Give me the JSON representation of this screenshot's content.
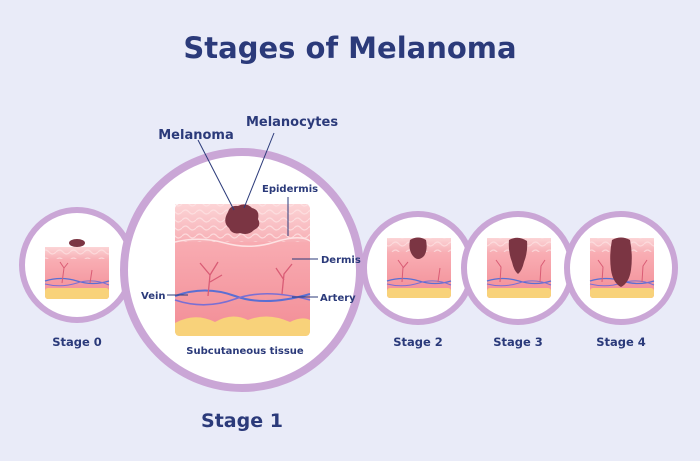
{
  "title": "Stages of Melanoma",
  "stages": [
    {
      "label": "Stage 0"
    },
    {
      "label": "Stage 1"
    },
    {
      "label": "Stage 2"
    },
    {
      "label": "Stage 3"
    },
    {
      "label": "Stage 4"
    }
  ],
  "labels": {
    "melanoma": "Melanoma",
    "melanocytes": "Melanocytes",
    "epidermis": "Epidermis",
    "dermis": "Dermis",
    "vein": "Vein",
    "artery": "Artery",
    "subcutaneous": "Subcutaneous tissue"
  },
  "colors": {
    "background": "#e9ebf8",
    "ring": "#caa6d6",
    "text": "#2b3a7a",
    "tumor": "#7b3543",
    "skin": "#f49aa2",
    "fat": "#f8d27a",
    "vein": "#5a6fd3"
  }
}
